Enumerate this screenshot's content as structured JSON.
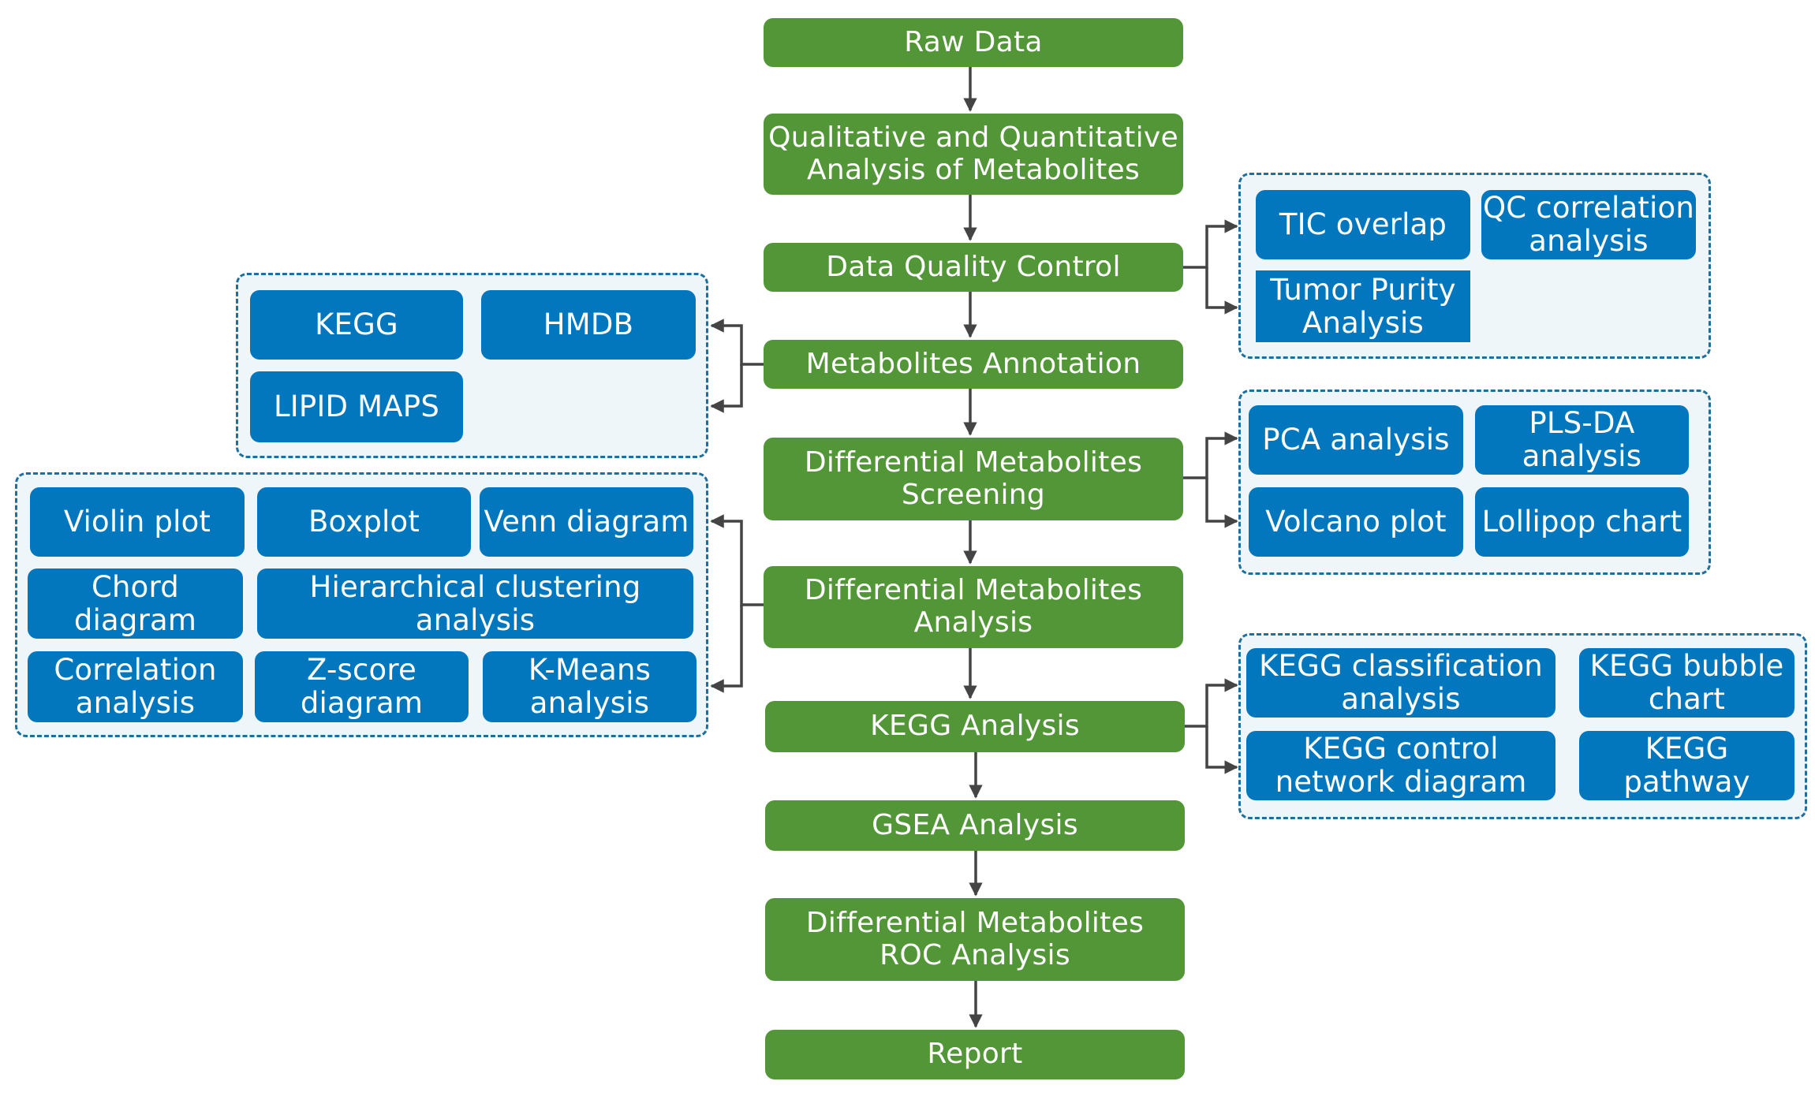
{
  "colors": {
    "main_step": "#529637",
    "sub_step": "#0277bd",
    "group_background": "#eff6fa",
    "group_border": "#1f6f9e",
    "connector": "#444444"
  },
  "main_steps": [
    {
      "id": "raw-data",
      "label": "Raw Data"
    },
    {
      "id": "qualitative-quantitative",
      "label": "Qualitative and Quantitative\nAnalysis of Metabolites"
    },
    {
      "id": "data-quality-control",
      "label": "Data Quality Control"
    },
    {
      "id": "metabolites-annotation",
      "label": "Metabolites Annotation"
    },
    {
      "id": "differential-screening",
      "label": "Differential Metabolites\nScreening"
    },
    {
      "id": "differential-analysis",
      "label": "Differential Metabolites\nAnalysis"
    },
    {
      "id": "kegg-analysis",
      "label": "KEGG Analysis"
    },
    {
      "id": "gsea-analysis",
      "label": "GSEA Analysis"
    },
    {
      "id": "roc-analysis",
      "label": "Differential Metabolites\nROC Analysis"
    },
    {
      "id": "report",
      "label": "Report"
    }
  ],
  "groups": {
    "quality_control": {
      "parent": "Data Quality Control",
      "items": [
        "TIC overlap",
        "QC correlation\nanalysis",
        "Tumor Purity\nAnalysis"
      ]
    },
    "annotation": {
      "parent": "Metabolites Annotation",
      "items": [
        "KEGG",
        "HMDB",
        "LIPID MAPS"
      ]
    },
    "screening": {
      "parent": "Differential Metabolites Screening",
      "items": [
        "PCA analysis",
        "PLS-DA\nanalysis",
        "Volcano plot",
        "Lollipop chart"
      ]
    },
    "differential_analysis": {
      "parent": "Differential Metabolites Analysis",
      "items": [
        "Violin plot",
        "Boxplot",
        "Venn diagram",
        "Chord\ndiagram",
        "Hierarchical clustering\nanalysis",
        "Correlation\nanalysis",
        "Z-score\ndiagram",
        "K-Means\nanalysis"
      ]
    },
    "kegg": {
      "parent": "KEGG Analysis",
      "items": [
        "KEGG classification\nanalysis",
        "KEGG bubble\nchart",
        "KEGG control\nnetwork diagram",
        "KEGG\npathway"
      ]
    }
  }
}
